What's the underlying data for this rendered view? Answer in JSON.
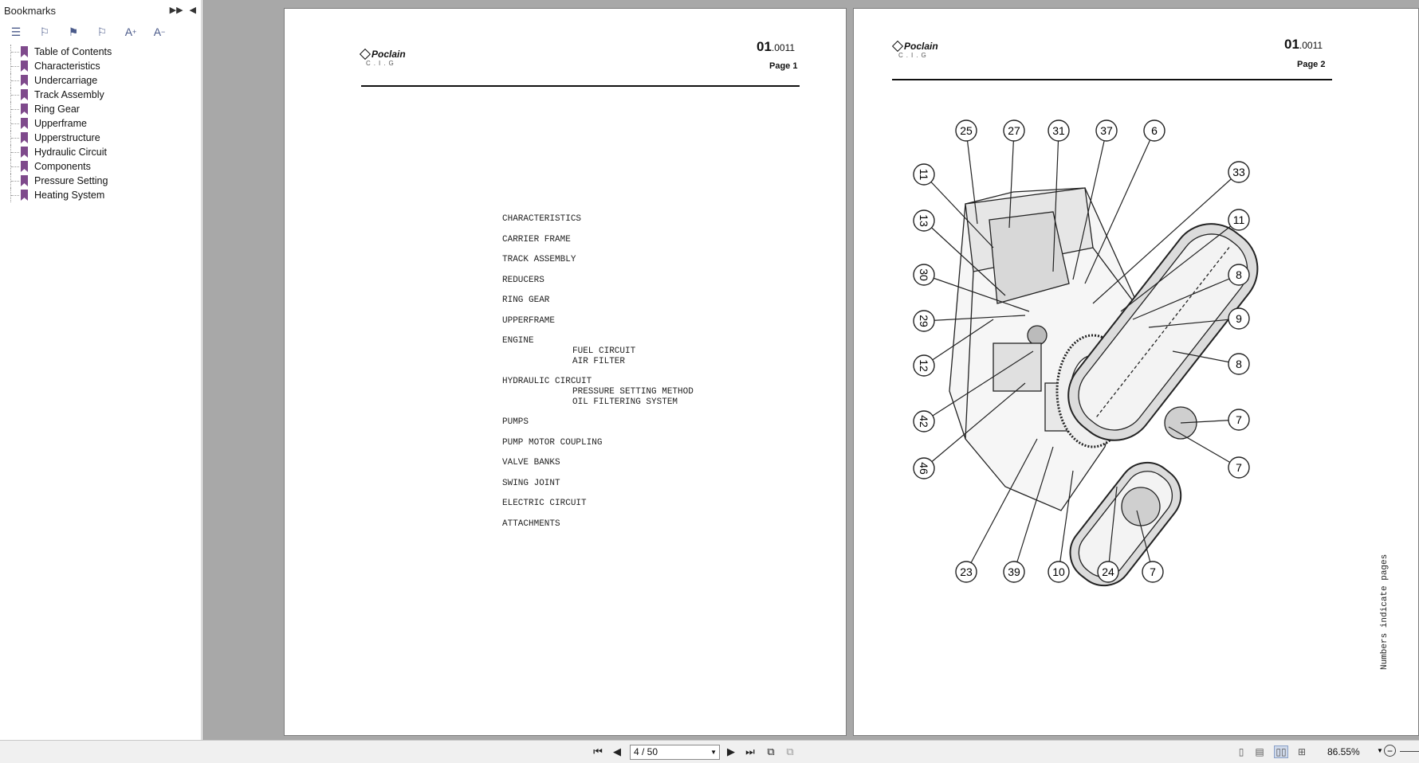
{
  "sidebar": {
    "title": "Bookmarks",
    "items": [
      {
        "label": "Table of Contents"
      },
      {
        "label": "Characteristics"
      },
      {
        "label": "Undercarriage"
      },
      {
        "label": "Track Assembly"
      },
      {
        "label": "Ring Gear"
      },
      {
        "label": "Upperframe"
      },
      {
        "label": "Upperstructure"
      },
      {
        "label": "Hydraulic Circuit"
      },
      {
        "label": "Components"
      },
      {
        "label": "Pressure Setting"
      },
      {
        "label": "Heating System"
      }
    ]
  },
  "page1": {
    "brand": "Poclain",
    "brand_sub": "C.I.G",
    "doc_number": "01",
    "doc_suffix": ".0011",
    "page_label": "Page 1",
    "toc": [
      {
        "text": "CHARACTERISTICS",
        "subs": []
      },
      {
        "text": "CARRIER FRAME",
        "subs": []
      },
      {
        "text": "TRACK ASSEMBLY",
        "subs": []
      },
      {
        "text": "REDUCERS",
        "subs": []
      },
      {
        "text": "RING GEAR",
        "subs": []
      },
      {
        "text": "UPPERFRAME",
        "subs": []
      },
      {
        "text": "ENGINE",
        "subs": [
          "FUEL CIRCUIT",
          "AIR FILTER"
        ]
      },
      {
        "text": "HYDRAULIC CIRCUIT",
        "subs": [
          "PRESSURE SETTING METHOD",
          "OIL FILTERING SYSTEM"
        ]
      },
      {
        "text": "PUMPS",
        "subs": []
      },
      {
        "text": "PUMP MOTOR COUPLING",
        "subs": []
      },
      {
        "text": "VALVE BANKS",
        "subs": []
      },
      {
        "text": "SWING JOINT",
        "subs": []
      },
      {
        "text": "ELECTRIC CIRCUIT",
        "subs": []
      },
      {
        "text": "ATTACHMENTS",
        "subs": []
      }
    ]
  },
  "page2": {
    "brand": "Poclain",
    "brand_sub": "C.I.G",
    "doc_number": "01",
    "doc_suffix": ".0011",
    "page_label": "Page 2",
    "callouts": [
      "25",
      "27",
      "31",
      "37",
      "6",
      "11",
      "13",
      "30",
      "29",
      "12",
      "42",
      "46",
      "33",
      "11",
      "8",
      "9",
      "8",
      "7",
      "7",
      "23",
      "39",
      "10",
      "24",
      "7"
    ],
    "note": "Numbers indicate pages"
  },
  "statusbar": {
    "page_value": "4 / 50",
    "zoom": "86.55%"
  }
}
